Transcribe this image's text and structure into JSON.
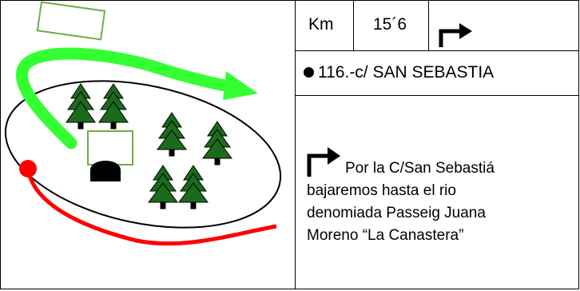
{
  "km_label": "Km",
  "km_value": "15´6",
  "direction_icon": "turn-right-arrow-icon",
  "waypoint": {
    "bullet_icon": "black-dot-icon",
    "name": "116.-c/ SAN SEBASTIA"
  },
  "description": {
    "icon": "turn-right-arrow-icon",
    "lines": [
      "Por la C/San Sebastiá",
      "bajaremos hasta el rio",
      "denomiada Passeig Juana",
      "Moreno “La Canastera”"
    ]
  },
  "map": {
    "route_color": "#ff0000",
    "green_arrow_color": "#33ff33",
    "tree_color": "#1a6b1a",
    "box_color": "#70ad47",
    "tunnel_icon": "tunnel-icon",
    "tree_icon": "pine-tree-icon"
  }
}
